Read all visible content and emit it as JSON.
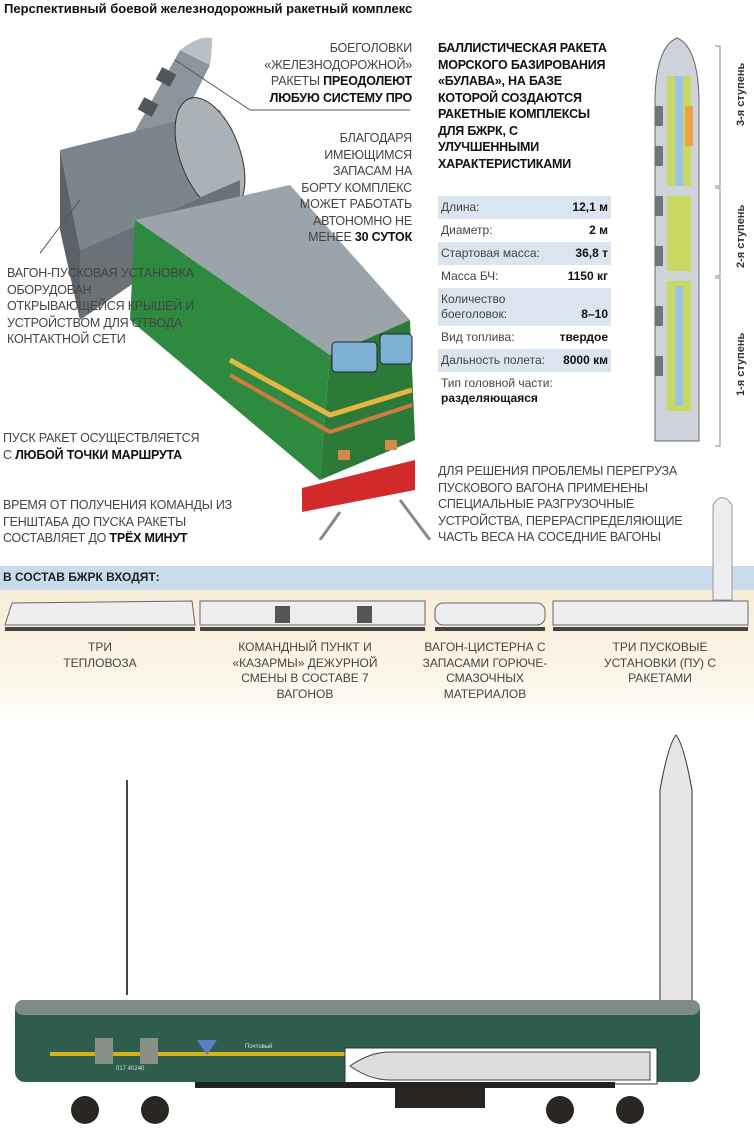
{
  "title": "Перспективный боевой железнодорожный ракетный комплекс",
  "callouts": {
    "warheads": {
      "pre": "Боеголовки «железнодорожной» ракеты",
      "bold1": "преодолеют",
      "bold2": "любую систему ПРО"
    },
    "autonomy": {
      "text": "Благодаря имеющимся запасам на борту комплекс может работать автономно не менее",
      "bold": "30 суток"
    },
    "bulava": "Баллистическая ракета морского базирования «Булава», на базе которой создаются ракетные комплексы для БЖРК, с улучшенными характеристиками",
    "wagon": "Вагон-пусковая установка оборудован открывающейся крышей и устройством для отвода контактной сети",
    "launch": {
      "text": "Пуск ракет осуществляется с",
      "bold": "любой точки маршрута"
    },
    "time": {
      "text": "Время от получения команды из Генштаба до пуска ракеты составляет до",
      "bold": "трёх минут"
    },
    "overload": "Для решения проблемы перегруза пускового вагона применены специальные разгрузочные устройства, перераспределяющие часть веса на соседние вагоны"
  },
  "specs": [
    {
      "label": "Длина:",
      "value": "12,1 м"
    },
    {
      "label": "Диаметр:",
      "value": "2 м"
    },
    {
      "label": "Стартовая масса:",
      "value": "36,8 т"
    },
    {
      "label": "Масса БЧ:",
      "value": "1150 кг"
    },
    {
      "label": "Количество боеголовок:",
      "value": "8–10"
    },
    {
      "label": "Вид топлива:",
      "value": "твердое"
    },
    {
      "label": "Дальность полета:",
      "value": "8000 км"
    }
  ],
  "warhead_type": {
    "label": "Тип головной части:",
    "value": "разделяющаяся"
  },
  "stages": [
    "3-я ступень",
    "2-я ступень",
    "1-я ступень"
  ],
  "composition": {
    "heading": "В состав БЖРК входят:",
    "items": [
      "Три тепловоза",
      "Командный пункт и «казармы» дежурной смены в составе 7 вагонов",
      "Вагон-цистерна с запасами горюче-смазочных материалов",
      "Три пусковые установки (ПУ) с ракетами"
    ]
  },
  "car_markings": {
    "name": "Почтовый",
    "number": "017 40240"
  },
  "colors": {
    "loco_green": "#2e8a3e",
    "band_blue": "#c9dced",
    "beige": "#f7ecd6",
    "wagon_green": "#2f5d4c",
    "stripe_yellow": "#d8b21a"
  }
}
